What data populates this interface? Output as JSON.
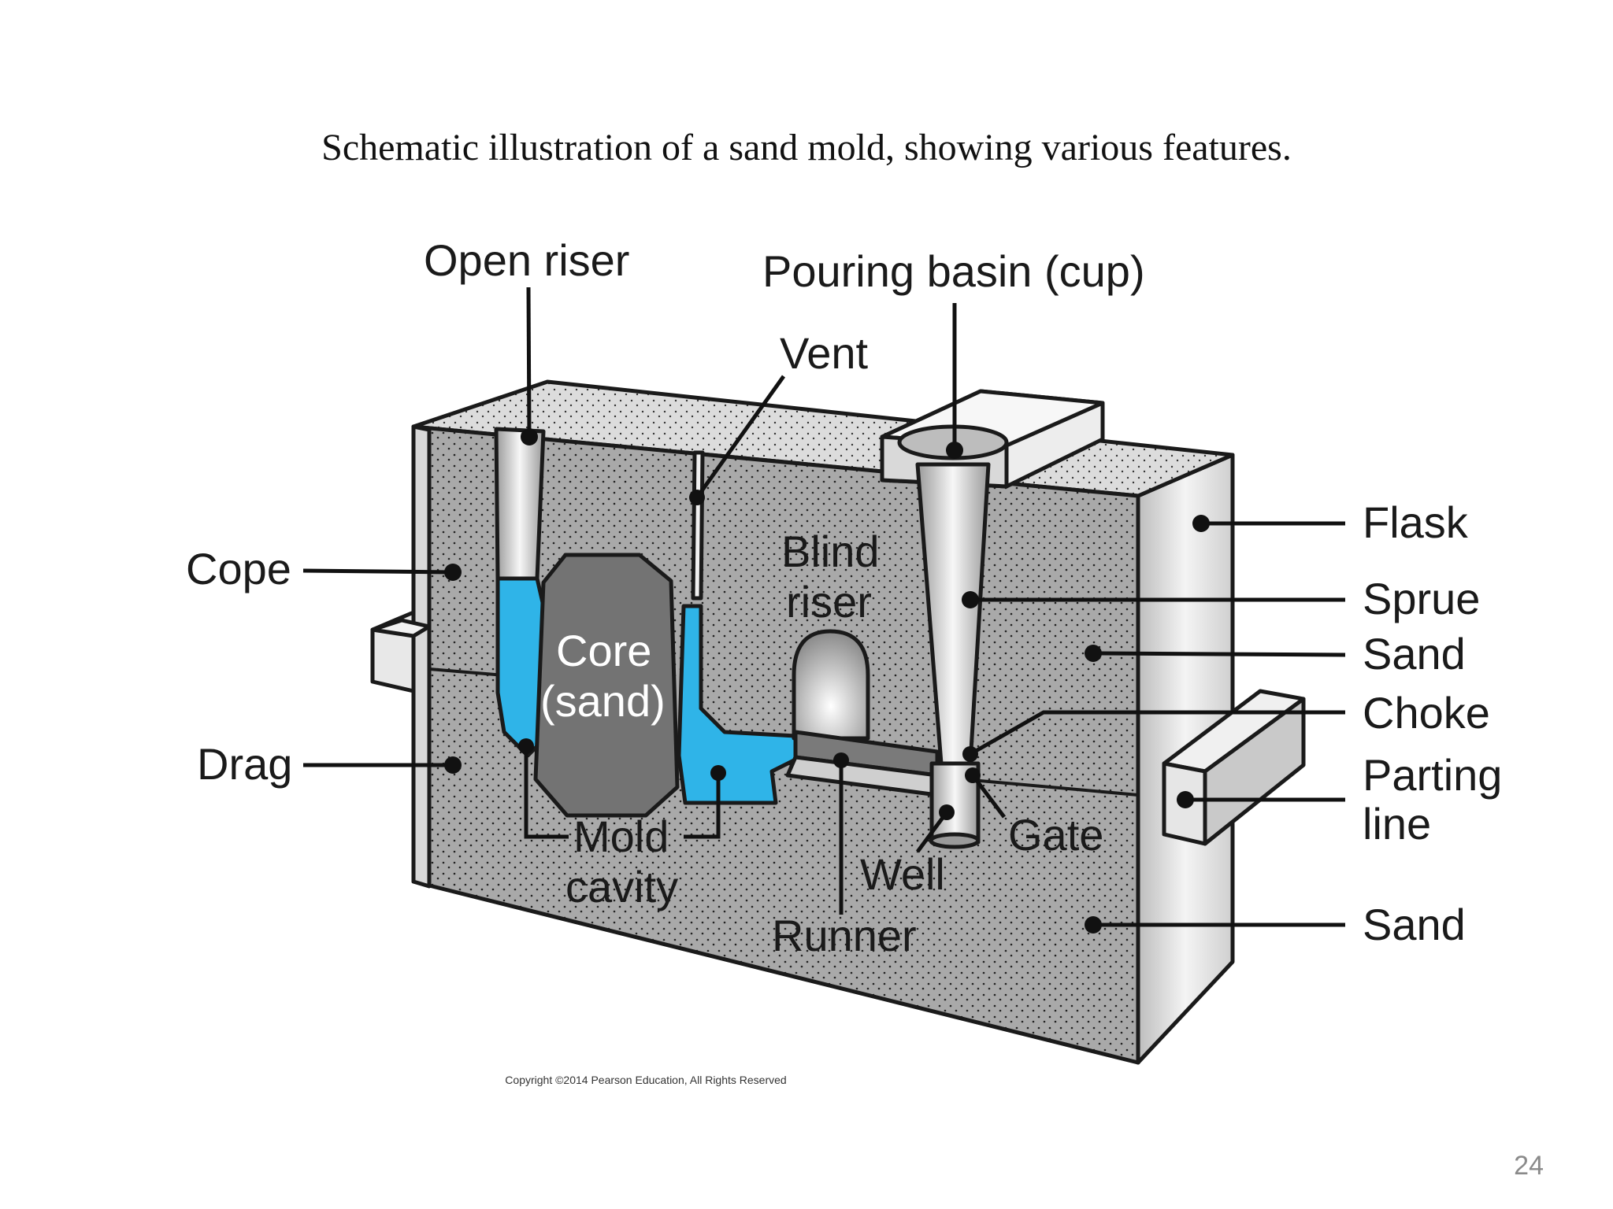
{
  "slide": {
    "title": "Schematic illustration of a sand mold, showing various features.",
    "copyright": "Copyright ©2014 Pearson Education, All Rights Reserved",
    "page_number": "24"
  },
  "labels": {
    "open_riser": "Open riser",
    "pouring_basin": "Pouring basin (cup)",
    "vent": "Vent",
    "blind_riser_1": "Blind",
    "blind_riser_2": "riser",
    "core_1": "Core",
    "core_2": "(sand)",
    "cope": "Cope",
    "drag": "Drag",
    "flask": "Flask",
    "sprue": "Sprue",
    "sand_upper": "Sand",
    "choke": "Choke",
    "parting_line_1": "Parting",
    "parting_line_2": "line",
    "gate": "Gate",
    "well": "Well",
    "runner": "Runner",
    "mold_cavity_1": "Mold",
    "mold_cavity_2": "cavity",
    "sand_lower": "Sand"
  },
  "colors": {
    "sand": "#a9a9a9",
    "sand_top": "#d9d9d9",
    "core": "#707070",
    "molten_metal": "#2fb4e8",
    "flask": "#e2e2e2",
    "outline": "#1a1a1a"
  }
}
